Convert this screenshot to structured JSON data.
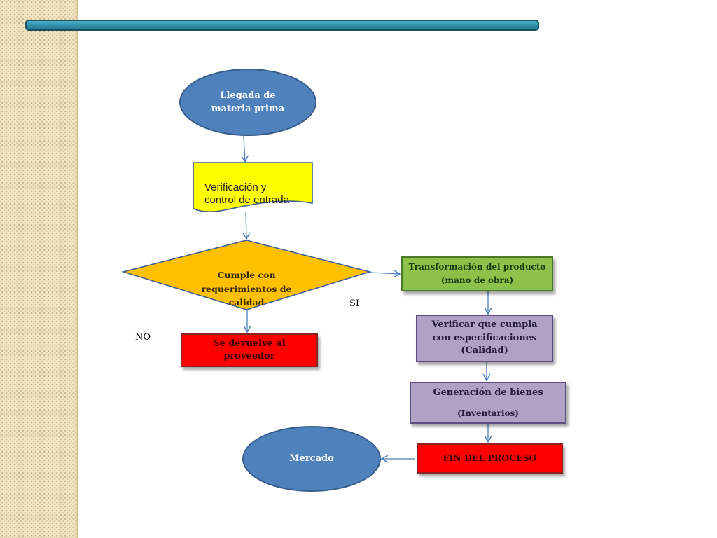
{
  "diagram": {
    "nodes": {
      "llegada": "Llegada de\nmateria prima",
      "verificacion": "Verificación y\ncontrol de entrada",
      "cumple": "Cumple con\nrequerimientos de\ncalidad",
      "devuelve": "Se devuelve  al\nproveedor",
      "transformacion": "Transformación del producto\n(mano de obra)",
      "verificar": "Verificar que cumpla\ncon especificaciones\n(Calidad)",
      "generacion_title": "Generación de bienes",
      "generacion_sub": "(Inventarios)",
      "fin": "FIN DEL PROCESO",
      "mercado": "Mercado"
    },
    "edge_labels": {
      "si": "SI",
      "no": "NO"
    }
  },
  "colors": {
    "ellipse": "#4f81bd",
    "document": "#ffff00",
    "decision": "#ffc000",
    "stop": "#ff0000",
    "process": "#8cc24a",
    "quality": "#b2a1c7",
    "connector": "#4a7ebb"
  }
}
